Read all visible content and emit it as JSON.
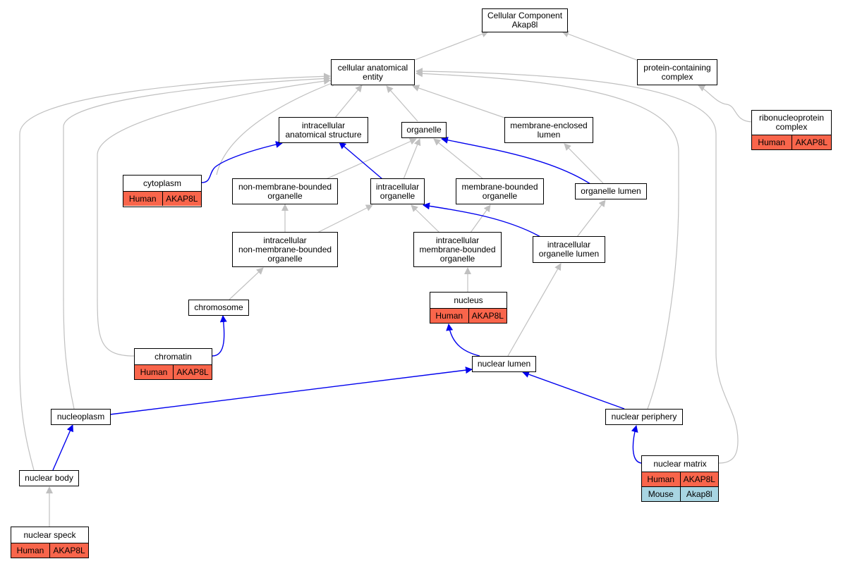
{
  "colors": {
    "human": "#f9654b",
    "mouse": "#a8d5e2",
    "is_a_edge": "#c0c0c0",
    "part_of_edge": "#0000ee"
  },
  "nodes": {
    "root": "Cellular Component\nAkap8l",
    "cae": "cellular anatomical\nentity",
    "pcc": "protein-containing\ncomplex",
    "rnp": "ribonucleoprotein\ncomplex",
    "ias": "intracellular\nanatomical structure",
    "organelle": "organelle",
    "mel": "membrane-enclosed\nlumen",
    "cytoplasm": "cytoplasm",
    "nmbo": "non-membrane-bounded\norganelle",
    "io": "intracellular\norganelle",
    "mbo": "membrane-bounded\norganelle",
    "olumen": "organelle lumen",
    "inmbo": "intracellular\nnon-membrane-bounded\norganelle",
    "imbo": "intracellular\nmembrane-bounded\norganelle",
    "iol": "intracellular\norganelle lumen",
    "chromosome": "chromosome",
    "nucleus": "nucleus",
    "chromatin": "chromatin",
    "nlumen": "nuclear lumen",
    "nucleoplasm": "nucleoplasm",
    "nperiphery": "nuclear periphery",
    "nbody": "nuclear body",
    "nmatrix": "nuclear matrix",
    "nspeck": "nuclear speck"
  },
  "annotations": {
    "rnp": [
      [
        "Human",
        "AKAP8L"
      ]
    ],
    "cytoplasm": [
      [
        "Human",
        "AKAP8L"
      ]
    ],
    "nucleus": [
      [
        "Human",
        "AKAP8L"
      ]
    ],
    "chromatin": [
      [
        "Human",
        "AKAP8L"
      ]
    ],
    "nmatrix": [
      [
        "Human",
        "AKAP8L"
      ],
      [
        "Mouse",
        "Akap8l"
      ]
    ],
    "nspeck": [
      [
        "Human",
        "AKAP8L"
      ]
    ]
  }
}
